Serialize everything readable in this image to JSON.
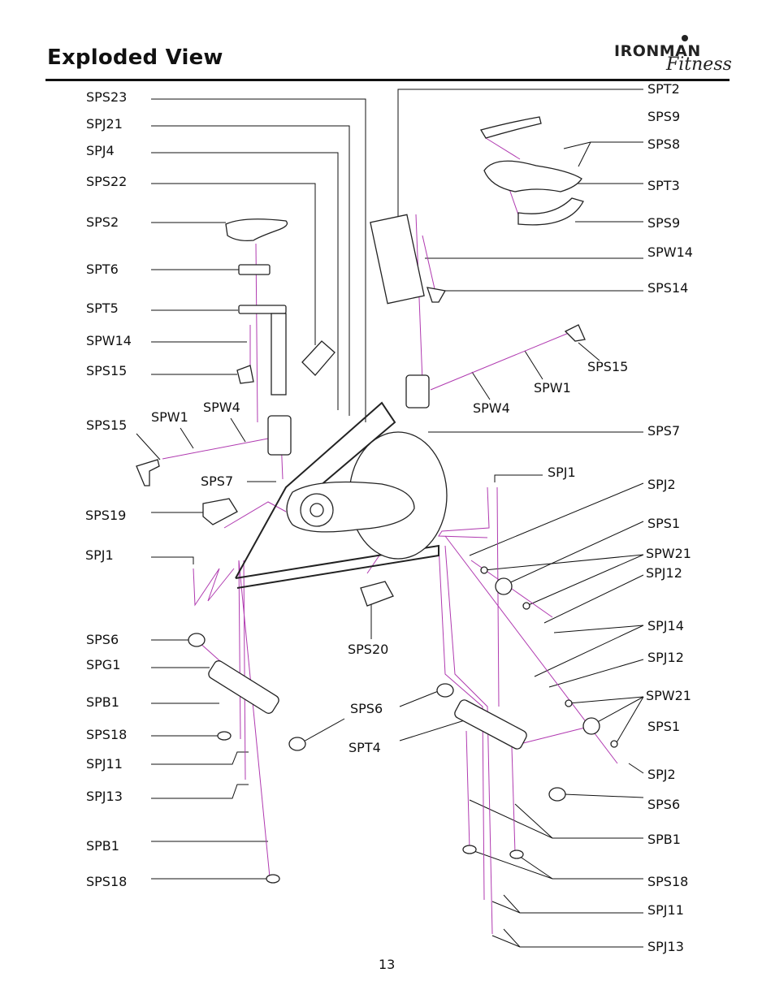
{
  "header": {
    "title": "Exploded View",
    "logo_top": "IRONMAN",
    "logo_bottom": "Fitness"
  },
  "labels": {
    "sps23": "SPS23",
    "spj21": "SPJ21",
    "spj4": "SPJ4",
    "sps22": "SPS22",
    "sps2": "SPS2",
    "spt6": "SPT6",
    "spt5": "SPT5",
    "spw14_left": "SPW14",
    "sps15_left_top": "SPS15",
    "sps15_left": "SPS15",
    "spw1_left": "SPW1",
    "spw4_left": "SPW4",
    "sps7_left": "SPS7",
    "sps19": "SPS19",
    "spj1_left": "SPJ1",
    "sps6_left": "SPS6",
    "spg1": "SPG1",
    "spb1_left_a": "SPB1",
    "sps18_left_a": "SPS18",
    "spj11_left": "SPJ11",
    "spj13_left": "SPJ13",
    "spb1_left_b": "SPB1",
    "sps18_left_b": "SPS18",
    "sps20": "SPS20",
    "sps6_center": "SPS6",
    "spt4": "SPT4",
    "spt2": "SPT2",
    "sps9_top": "SPS9",
    "sps8": "SPS8",
    "spt3": "SPT3",
    "sps9_bottom": "SPS9",
    "spw14_right": "SPW14",
    "sps14": "SPS14",
    "sps15_right": "SPS15",
    "spw1_right": "SPW1",
    "spw4_right": "SPW4",
    "sps7_right": "SPS7",
    "spj1_right": "SPJ1",
    "spj2_top": "SPJ2",
    "sps1_top": "SPS1",
    "spw21_top": "SPW21",
    "spj12_top": "SPJ12",
    "spj14": "SPJ14",
    "spj12_bottom": "SPJ12",
    "spw21_bottom": "SPW21",
    "sps1_bottom": "SPS1",
    "spj2_bottom": "SPJ2",
    "sps6_right": "SPS6",
    "spb1_right": "SPB1",
    "sps18_right": "SPS18",
    "spj11_right": "SPJ11",
    "spj13_right": "SPJ13"
  },
  "footer": {
    "page_number": "13"
  },
  "colors": {
    "leader": "#111111",
    "assembly_path": "#b03ab0",
    "parts": "#222222"
  }
}
